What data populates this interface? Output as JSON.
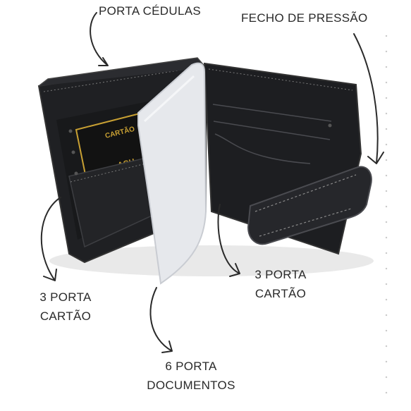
{
  "labels": {
    "porta_cedulas": "PORTA CÉDULAS",
    "fecho": "FECHO DE PRESSÃO",
    "left_cards": {
      "line1": "3 PORTA",
      "line2": "CARTÃO"
    },
    "right_cards": {
      "line1": "3 PORTA",
      "line2": "CARTÃO"
    },
    "documents": {
      "line1": "6 PORTA",
      "line2": "DOCUMENTOS"
    }
  },
  "card_print": {
    "top": "CARTÃO",
    "bottom": "AGU"
  },
  "colors": {
    "leather": "#1c1d20",
    "leather_edge": "#3a3b3f",
    "stitch": "#8a8a8a",
    "sleeve": "#e6e8ec",
    "card_gold": "#c8a033",
    "arrow": "#2a2a2a"
  }
}
